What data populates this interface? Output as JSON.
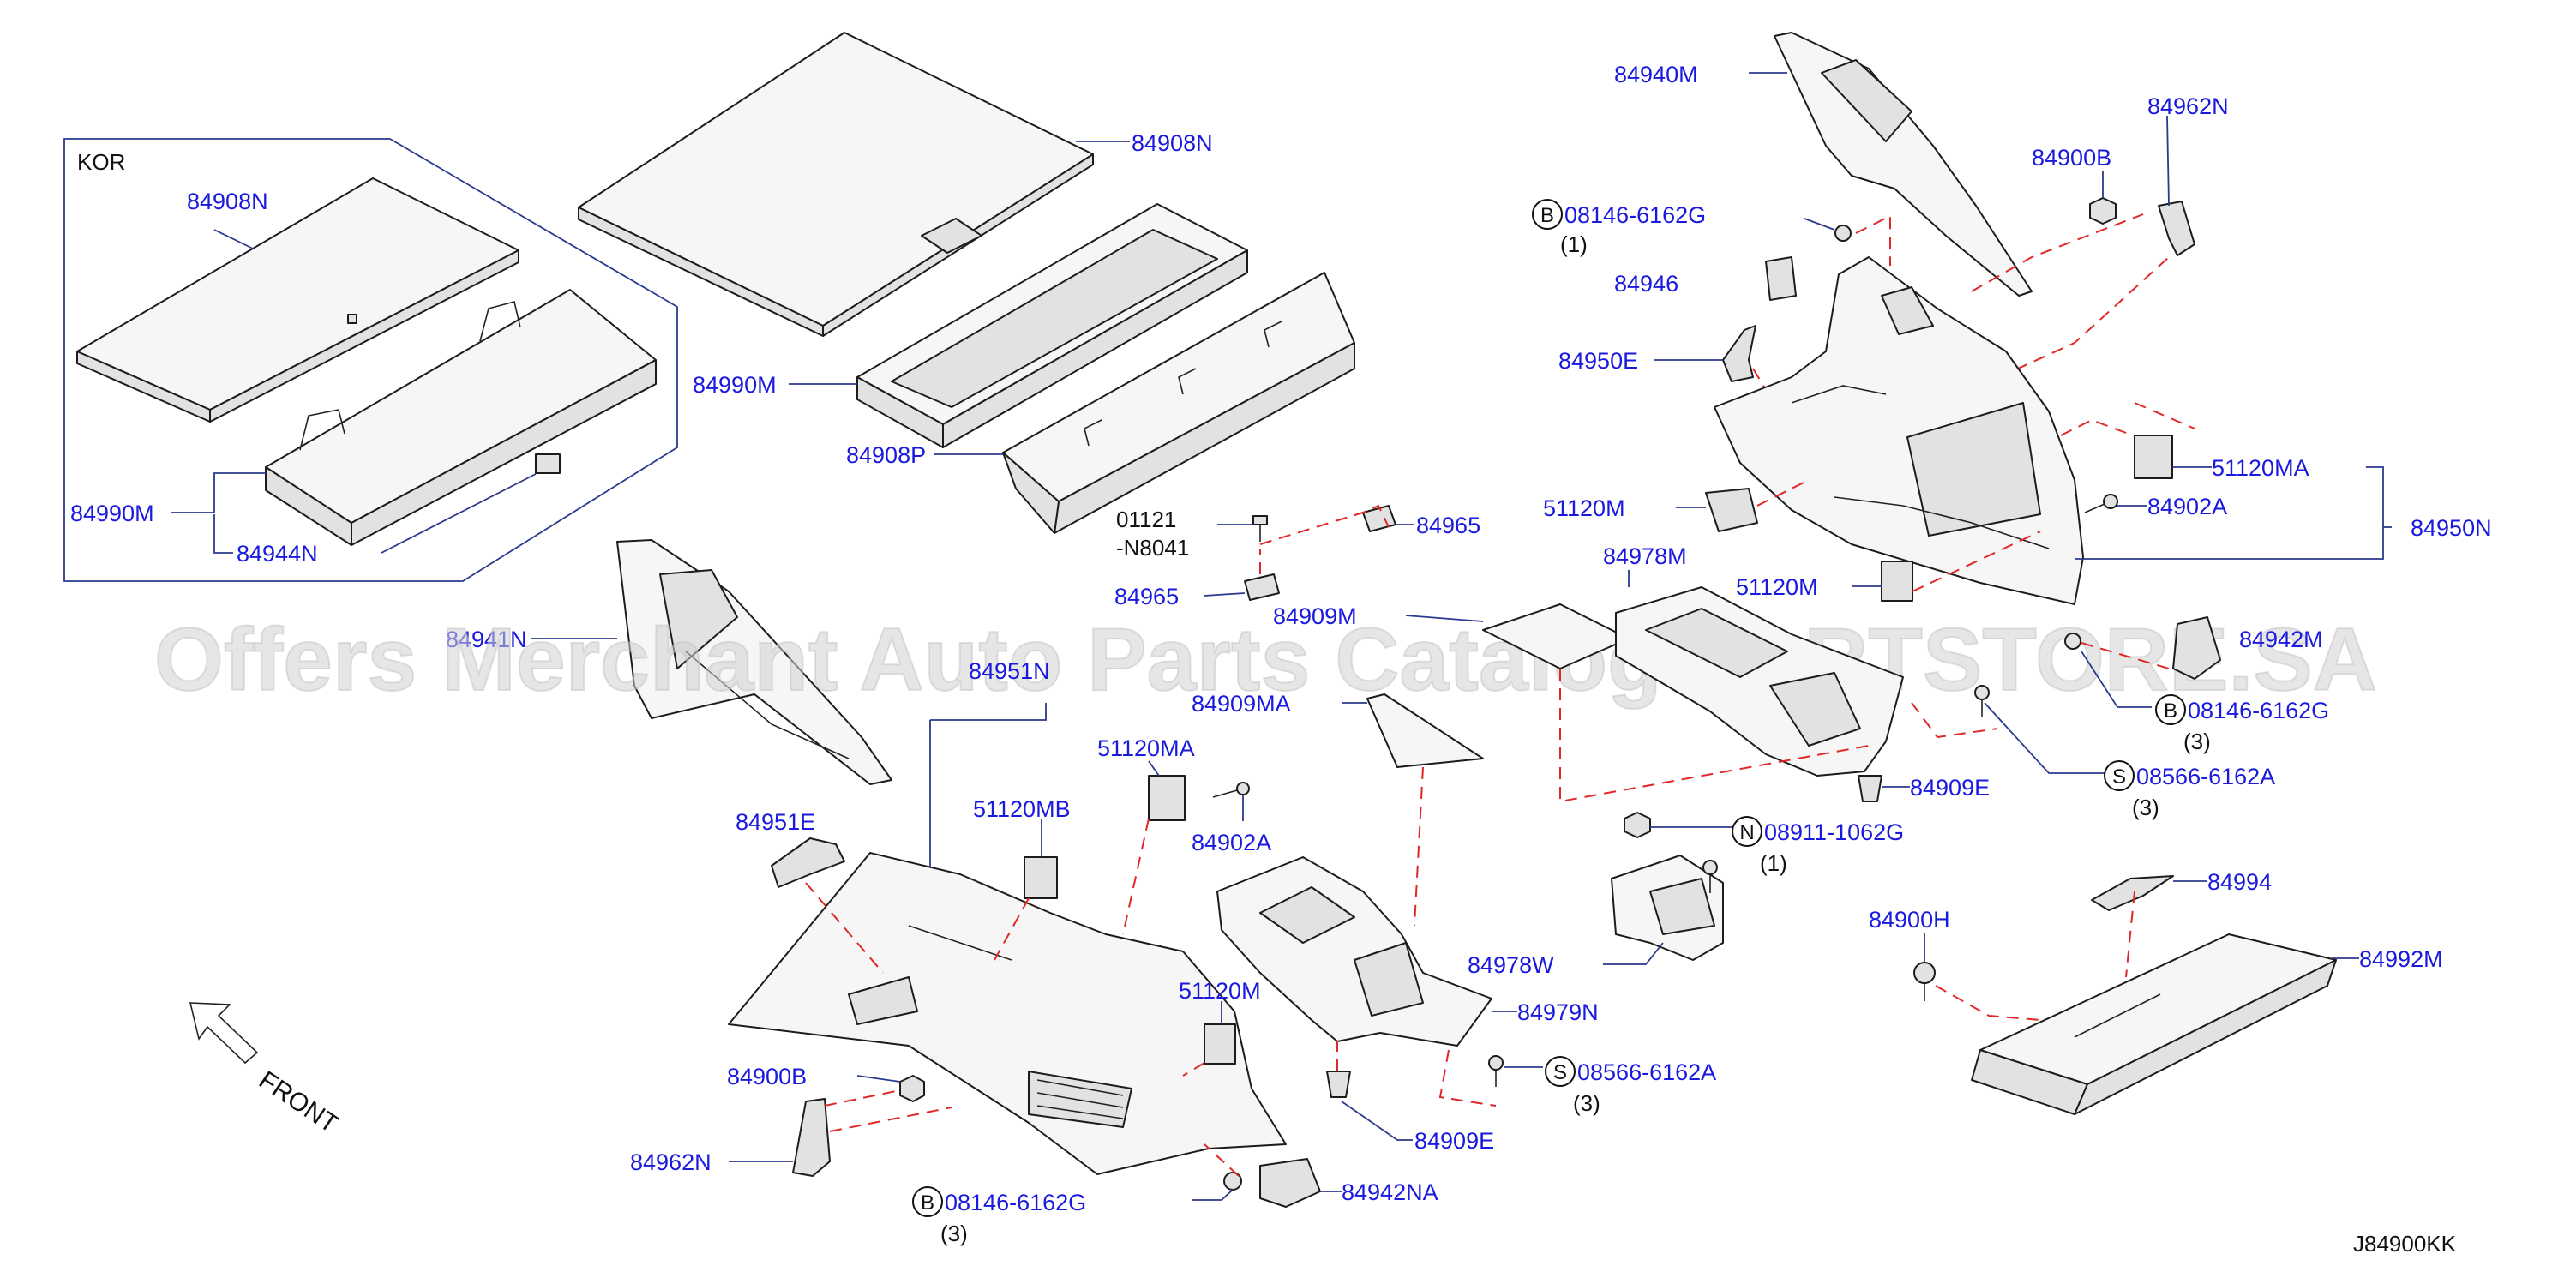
{
  "diagram_code": "J84900KK",
  "variant_label": "KOR",
  "front_label": "FRONT",
  "watermark": "Offers Merchant Auto Parts Catalog PARTSTORE.SA",
  "callouts": {
    "c84908N_box": "84908N",
    "c84908N": "84908N",
    "c84990M_box": "84990M",
    "c84944N": "84944N",
    "c84990M": "84990M",
    "c84908P": "84908P",
    "c01121": "01121",
    "cN8041": "-N8041",
    "c84965a": "84965",
    "c84965b": "84965",
    "c84909M": "84909M",
    "c84909MA": "84909MA",
    "c84941N": "84941N",
    "c84951N": "84951N",
    "c51120MA_l": "51120MA",
    "c84902A_l": "84902A",
    "c51120MB": "51120MB",
    "c84951E": "84951E",
    "c51120M_l": "51120M",
    "c84900B_l": "84900B",
    "c84962N_l": "84962N",
    "c08146_bl": "08146-6162G",
    "q3_bl": "(3)",
    "c84942NA": "84942NA",
    "c84909E_l": "84909E",
    "c84979N": "84979N",
    "c84978W": "84978W",
    "c08566_l": "08566-6162A",
    "q3_l": "(3)",
    "c84940M": "84940M",
    "c84962N_r": "84962N",
    "c84900B_r": "84900B",
    "c08146_tr": "08146-6162G",
    "q1_tr": "(1)",
    "c84946": "84946",
    "c84950E": "84950E",
    "c51120M_r1": "51120M",
    "c51120MA_r": "51120MA",
    "c84902A_r": "84902A",
    "c84950N": "84950N",
    "c84978M": "84978M",
    "c51120M_r2": "51120M",
    "c84942M": "84942M",
    "c08146_r": "08146-6162G",
    "q3_r1": "(3)",
    "c08566_r": "08566-6162A",
    "q3_r2": "(3)",
    "c84909E_r": "84909E",
    "c08911": "08911-1062G",
    "q1_r": "(1)",
    "c84994": "84994",
    "c84900H": "84900H",
    "c84992M": "84992M"
  },
  "symbols": {
    "b": "B",
    "s": "S",
    "n": "N"
  },
  "colors": {
    "callout_text": "#1a1adf",
    "leader_line": "#2b3a8c",
    "hidden_line": "#e02828"
  }
}
